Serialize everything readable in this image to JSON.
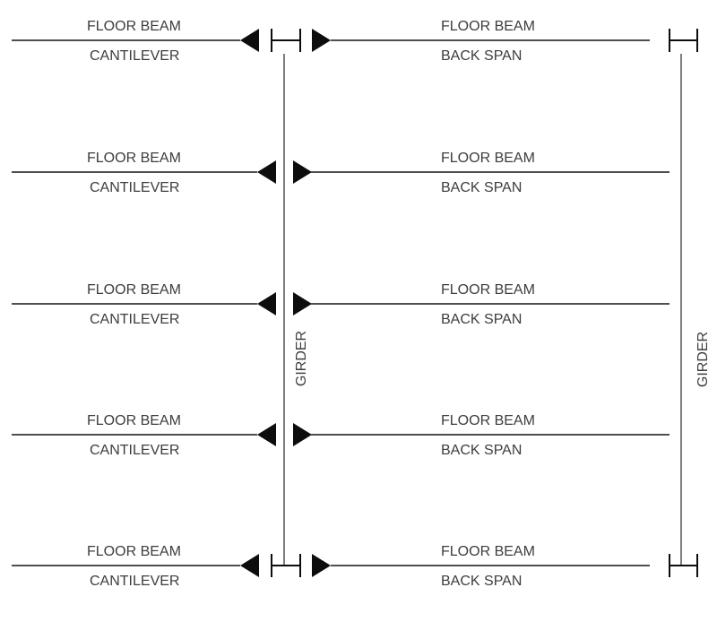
{
  "diagram": {
    "rows": [
      {
        "floor_beam_left": "FLOOR BEAM",
        "cantilever_label": "CANTILEVER",
        "floor_beam_right": "FLOOR BEAM",
        "back_span_label": "BACK SPAN"
      },
      {
        "floor_beam_left": "FLOOR BEAM",
        "cantilever_label": "CANTILEVER",
        "floor_beam_right": "FLOOR BEAM",
        "back_span_label": "BACK SPAN"
      },
      {
        "floor_beam_left": "FLOOR BEAM",
        "cantilever_label": "CANTILEVER",
        "floor_beam_right": "FLOOR BEAM",
        "back_span_label": "BACK SPAN"
      },
      {
        "floor_beam_left": "FLOOR BEAM",
        "cantilever_label": "CANTILEVER",
        "floor_beam_right": "FLOOR BEAM",
        "back_span_label": "BACK SPAN"
      },
      {
        "floor_beam_left": "FLOOR BEAM",
        "cantilever_label": "CANTILEVER",
        "floor_beam_right": "FLOOR BEAM",
        "back_span_label": "BACK SPAN"
      }
    ],
    "girder_labels": {
      "middle": "GIRDER",
      "right": "GIRDER"
    },
    "icons": {
      "cantilever_support_arrow": "left-pointing solid triangle",
      "back_span_support_arrow": "right-pointing solid triangle",
      "girder_splice": "H-shaped tick symbol"
    },
    "colors": {
      "background": "#ffffff",
      "beam_line": "#4f4f4f",
      "girder_line": "#7d7d7d",
      "symbol": "#0d0d0d",
      "text": "#3d3d3d"
    }
  }
}
